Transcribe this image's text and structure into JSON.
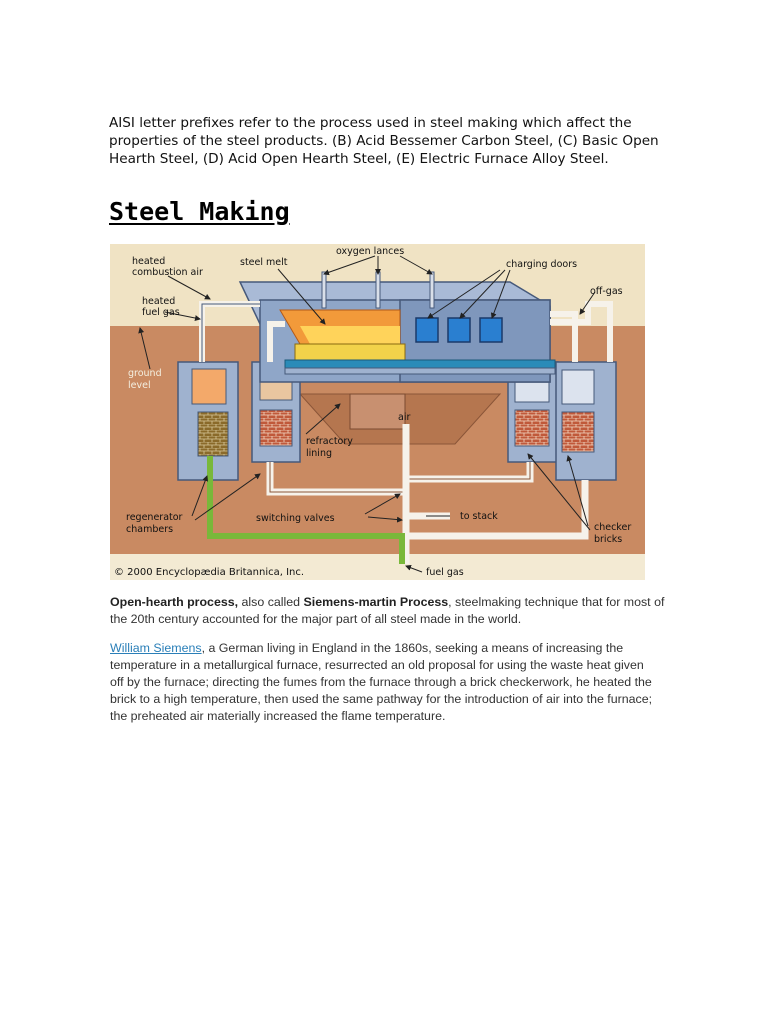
{
  "intro_paragraph": "AISI letter prefixes refer to the process used in steel making which affect the properties of the steel products. (B) Acid Bessemer Carbon Steel, (C) Basic Open Hearth Steel, (D) Acid Open Hearth Steel, (E) Electric Furnace Alloy Steel.",
  "section_heading": "Steel Making",
  "diagram": {
    "labels": {
      "oxygen_lances": "oxygen lances",
      "heated_combustion_air_1": "heated",
      "heated_combustion_air_2": "combustion air",
      "steel_melt": "steel melt",
      "charging_doors": "charging doors",
      "off_gas": "off-gas",
      "heated_fuel_gas_1": "heated",
      "heated_fuel_gas_2": "fuel gas",
      "ground_level_1": "ground",
      "ground_level_2": "level",
      "air": "air",
      "refractory_lining_1": "refractory",
      "refractory_lining_2": "lining",
      "regenerator_chambers_1": "regenerator",
      "regenerator_chambers_2": "chambers",
      "switching_valves": "switching valves",
      "to_stack": "to stack",
      "checker_bricks_1": "checker",
      "checker_bricks_2": "bricks",
      "fuel_gas": "fuel gas",
      "copyright": "© 2000 Encyclopædia Britannica, Inc."
    },
    "colors": {
      "earth": "#c98a62",
      "sky": "#f0e3c4",
      "furnace_blue": "#8fa6c8",
      "melt_orange": "#f29a3a",
      "brick": "#c0593a",
      "fuel_green": "#79b83a"
    }
  },
  "caption": {
    "term": "Open-hearth process,",
    "also_called": " also called ",
    "alt_term": "Siemens-martin Process",
    "rest": ",  steelmaking technique that for most of the 20th century accounted for the major part of all steel made in the world."
  },
  "body": {
    "link_text": "William Siemens",
    "text": ", a German living in England in the 1860s, seeking a means of increasing the temperature in a metallurgical furnace, resurrected an old proposal for using the waste heat given off by the furnace; directing the fumes from the furnace through a brick checkerwork, he heated the brick to a high temperature, then used the same pathway for the introduction of air into the furnace; the preheated air materially increased the flame temperature."
  }
}
